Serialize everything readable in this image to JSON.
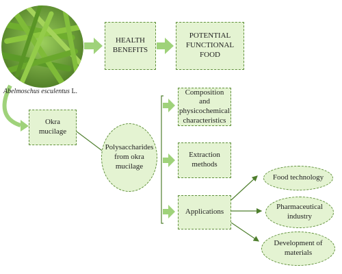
{
  "species": {
    "italic": "Abelmoschus esculentus",
    "suffix": " L."
  },
  "top": {
    "health_benefits": "HEALTH\nBENEFITS",
    "potential_functional_food": "POTENTIAL\nFUNCTIONAL FOOD"
  },
  "left": {
    "okra_mucilage": "Okra\nmucilage",
    "polysaccharides": "Polysaccharides\nfrom okra\nmucilage"
  },
  "middle": {
    "composition": "Composition and\nphysicochemical\ncharacteristics",
    "extraction": "Extraction\nmethods",
    "applications": "Applications"
  },
  "right": {
    "food_technology": "Food technology",
    "pharmaceutical": "Pharmaceutical\nindustry",
    "materials": "Development of\nmaterials"
  },
  "colors": {
    "fill": "#e4f3d2",
    "border": "#5f8f3a",
    "arrow": "#9fd27a",
    "line": "#4f7f2e"
  }
}
